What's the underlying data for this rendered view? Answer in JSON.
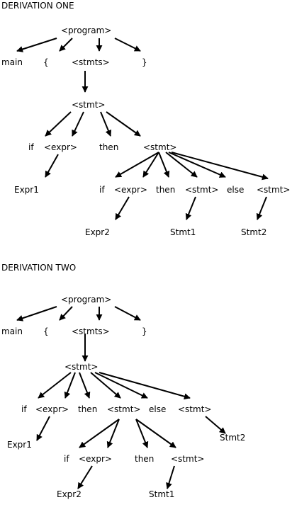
{
  "derivation_one": {
    "heading": "DERIVATION ONE",
    "program": "<program>",
    "main": "main",
    "lbrace": "{",
    "stmts": "<stmts>",
    "rbrace": "}",
    "stmt": "<stmt>",
    "if": "if",
    "expr": "<expr>",
    "then": "then",
    "stmt_inner": "<stmt>",
    "expr1": "Expr1",
    "if2": "if",
    "expr2_nt": "<expr>",
    "then2": "then",
    "stmt_a": "<stmt>",
    "else": "else",
    "stmt_b": "<stmt>",
    "expr2": "Expr2",
    "stmt1": "Stmt1",
    "stmt2": "Stmt2"
  },
  "derivation_two": {
    "heading": "DERIVATION TWO",
    "program": "<program>",
    "main": "main",
    "lbrace": "{",
    "stmts": "<stmts>",
    "rbrace": "}",
    "stmt": "<stmt>",
    "if": "if",
    "expr": "<expr>",
    "then": "then",
    "stmt_inner": "<stmt>",
    "else": "else",
    "stmt_b": "<stmt>",
    "expr1": "Expr1",
    "stmt2": "Stmt2",
    "if2": "if",
    "expr2_nt": "<expr>",
    "then2": "then",
    "stmt_a": "<stmt>",
    "expr2": "Expr2",
    "stmt1": "Stmt1"
  }
}
